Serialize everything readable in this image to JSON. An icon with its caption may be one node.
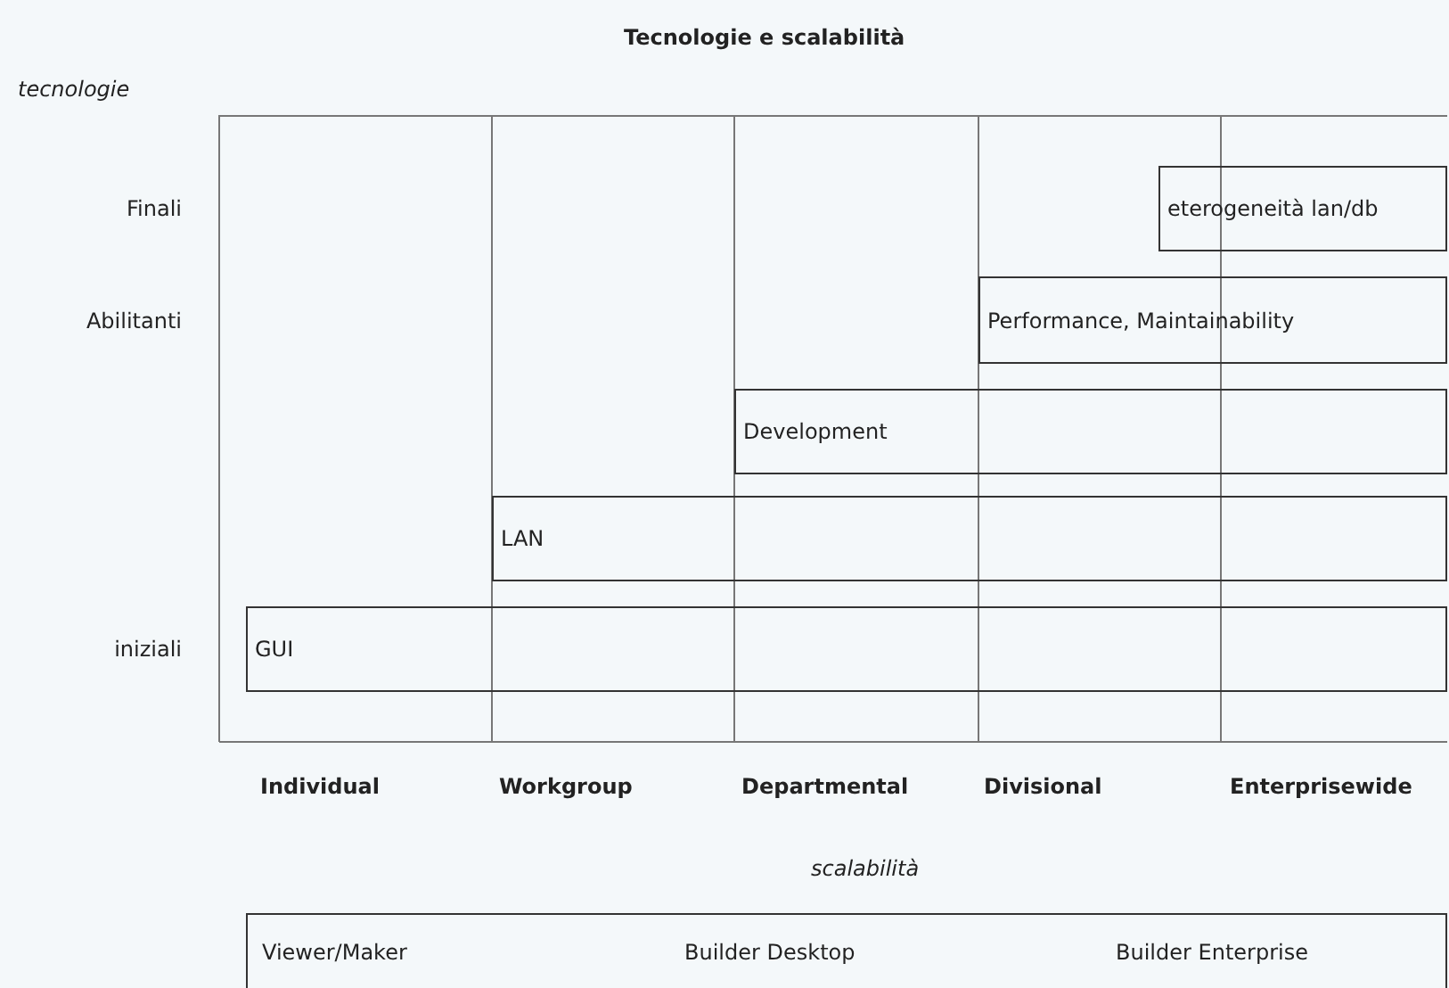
{
  "diagram": {
    "title": "Tecnologie e scalabilità",
    "nodes": [
      {
        "text": [
          "eterogeneità lan/db"
        ]
      },
      {
        "text": [
          "Performance, Maintainability"
        ]
      },
      {
        "text": [
          "Development"
        ]
      },
      {
        "text": [
          "LAN"
        ]
      },
      {
        "text": [
          "GUI"
        ]
      },
      {
        "text": [
          "Viewer/Maker",
          "Builder Desktop",
          "Builder Enterprise"
        ]
      }
    ],
    "edges": [],
    "labels": [
      "tecnologie",
      "Finali",
      "Abilitanti",
      "iniziali",
      "Individual",
      "Workgroup",
      "Departmental",
      "Divisional",
      "Enterprisewide",
      "scalabilità"
    ]
  }
}
